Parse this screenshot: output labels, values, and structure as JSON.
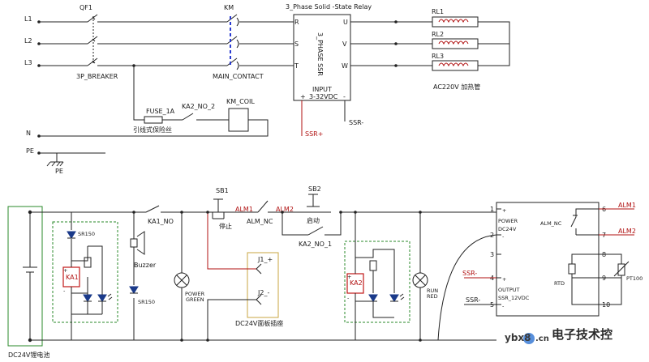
{
  "top": {
    "phase_labels": [
      "L1",
      "L2",
      "L3"
    ],
    "neutral": "N",
    "pe": "PE",
    "pe_ground": "PE",
    "breaker_id": "QF1",
    "breaker_name": "3P_BREAKER",
    "contactor_id": "KM",
    "contactor_name": "MAIN_CONTACT",
    "relay_title": "3_Phase Solid -State Relay",
    "relay_body": "3_PHASE SSR",
    "relay_in": [
      "R",
      "S",
      "T"
    ],
    "relay_out": [
      "U",
      "V",
      "W"
    ],
    "relay_input": "INPUT",
    "relay_input_range": "3-32VDC",
    "ssr_plus": "SSR+",
    "ssr_minus": "SSR-",
    "heaters": [
      "RL1",
      "RL2",
      "RL3"
    ],
    "heater_caption": "AC220V 加热管",
    "fuse": "FUSE_1A",
    "fuse_caption": "引线式保险丝",
    "ka2_no_2": "KA2_NO_2",
    "km_coil": "KM_COIL"
  },
  "bottom": {
    "battery_caption": "DC24V锂电池",
    "ka1_no": "KA1_NO",
    "sb1": "SB1",
    "sb1_text": "停止",
    "alm1": "ALM1",
    "alm_nc": "ALM_NC",
    "alm2": "ALM2",
    "sb2": "SB2",
    "sb2_text": "启动",
    "ka2_no_1": "KA2_NO_1",
    "sr150": "SR150",
    "ka1": "KA1",
    "buzzer": "Buzzer",
    "sr150_b": "SR150",
    "power_lamp": "POWER",
    "power_color": "GREEN",
    "j1": "J1_+",
    "j2": "J2_-",
    "socket_caption": "DC24V面板插座",
    "ka2": "KA2",
    "run_lamp": "RUN",
    "run_color": "RED",
    "controller_power": "POWER",
    "controller_power_v": "DC24V",
    "controller_alm_nc": "ALM_NC",
    "controller_rtd": "RTD",
    "controller_output": "OUTPUT",
    "controller_output_v": "SSR_12VDC",
    "pins_left": [
      "1",
      "2",
      "3",
      "4",
      "5"
    ],
    "pins_right": [
      "6",
      "7",
      "8",
      "9",
      "10"
    ],
    "ctrl_ssr_minus": "SSR-",
    "ctrl_ssr_plus": "SSR-",
    "ctrl_alm1": "ALM1",
    "ctrl_alm2": "ALM2",
    "pt100": "PT100"
  },
  "watermark": {
    "site": "ybx8",
    "site_suffix": ".cn",
    "brand": "电子技术控"
  },
  "colors": {
    "wire": "#222222",
    "signal": "#b01010",
    "contact_dash": "#2a3bd0",
    "module_box": "#2a8a2a",
    "socket_box": "#c8a642"
  }
}
